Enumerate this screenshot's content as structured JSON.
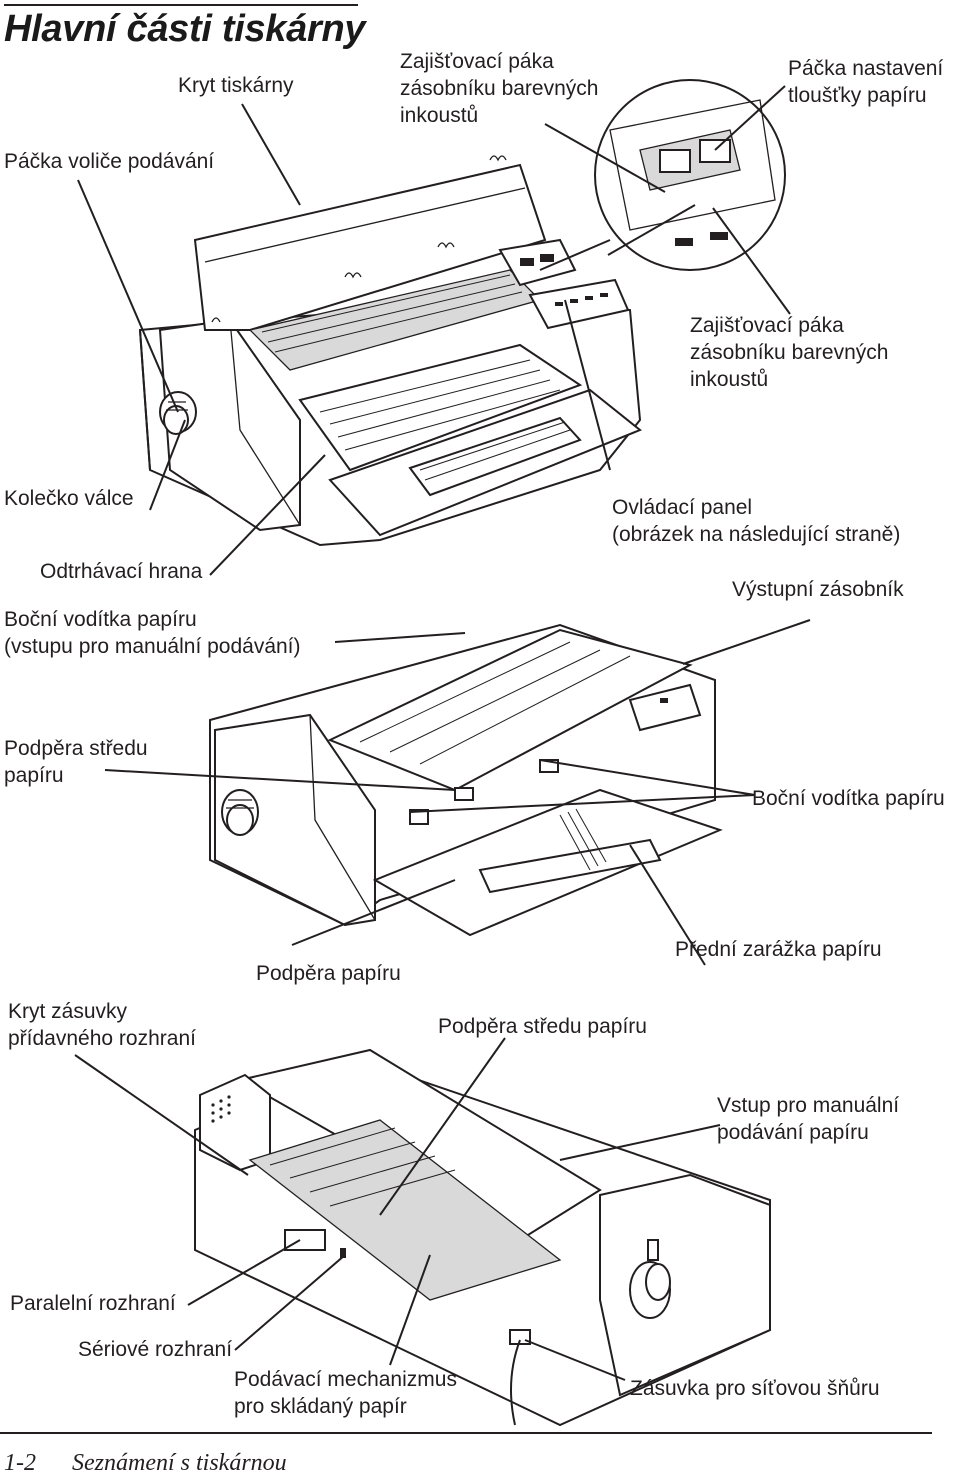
{
  "title": "Hlavní části tiskárny",
  "labels": {
    "kryt_tiskarny": "Kryt tiskárny",
    "zajistovaci_paka_top_1": "Zajišťovací páka",
    "zajistovaci_paka_top_2": "zásobníku barevných",
    "zajistovaci_paka_top_3": "inkoustů",
    "packa_nastaveni_1": "Páčka nastavení",
    "packa_nastaveni_2": "tloušťky papíru",
    "packa_volice": "Páčka voliče podávání",
    "zajistovaci_paka_mid_1": "Zajišťovací páka",
    "zajistovaci_paka_mid_2": "zásobníku barevných",
    "zajistovaci_paka_mid_3": "inkoustů",
    "kolecko_valce": "Kolečko válce",
    "ovladaci_panel_1": "Ovládací panel",
    "ovladaci_panel_2": "(obrázek na následující straně)",
    "odtrhavaci_hrana": "Odtrhávací hrana",
    "vystupni_zasobnik": "Výstupní zásobník",
    "bocni_voditka_manual_1": "Boční vodítka papíru",
    "bocni_voditka_manual_2": "(vstupu pro manuální podávání)",
    "podpera_stredu_1": "Podpěra středu",
    "podpera_stredu_2": "papíru",
    "bocni_voditka": "Boční vodítka papíru",
    "podpera_papiru": "Podpěra papíru",
    "predni_zarazka": "Přední zarážka papíru",
    "kryt_zasuvky_1": "Kryt zásuvky",
    "kryt_zasuvky_2": "přídavného rozhraní",
    "podpera_stredu_papiru": "Podpěra středu papíru",
    "vstup_manual_1": "Vstup pro manuální",
    "vstup_manual_2": "podávání papíru",
    "paralelni_rozhrani": "Paralelní rozhraní",
    "seriove_rozhrani": "Sériové rozhraní",
    "podavaci_mech_1": "Podávací mechanizmus",
    "podavaci_mech_2": "pro skládaný papír",
    "zasuvka_sit": "Zásuvka pro síťovou šňůru"
  },
  "footer": {
    "page_number": "1-2",
    "chapter": "Seznámení s tiskárnou"
  }
}
